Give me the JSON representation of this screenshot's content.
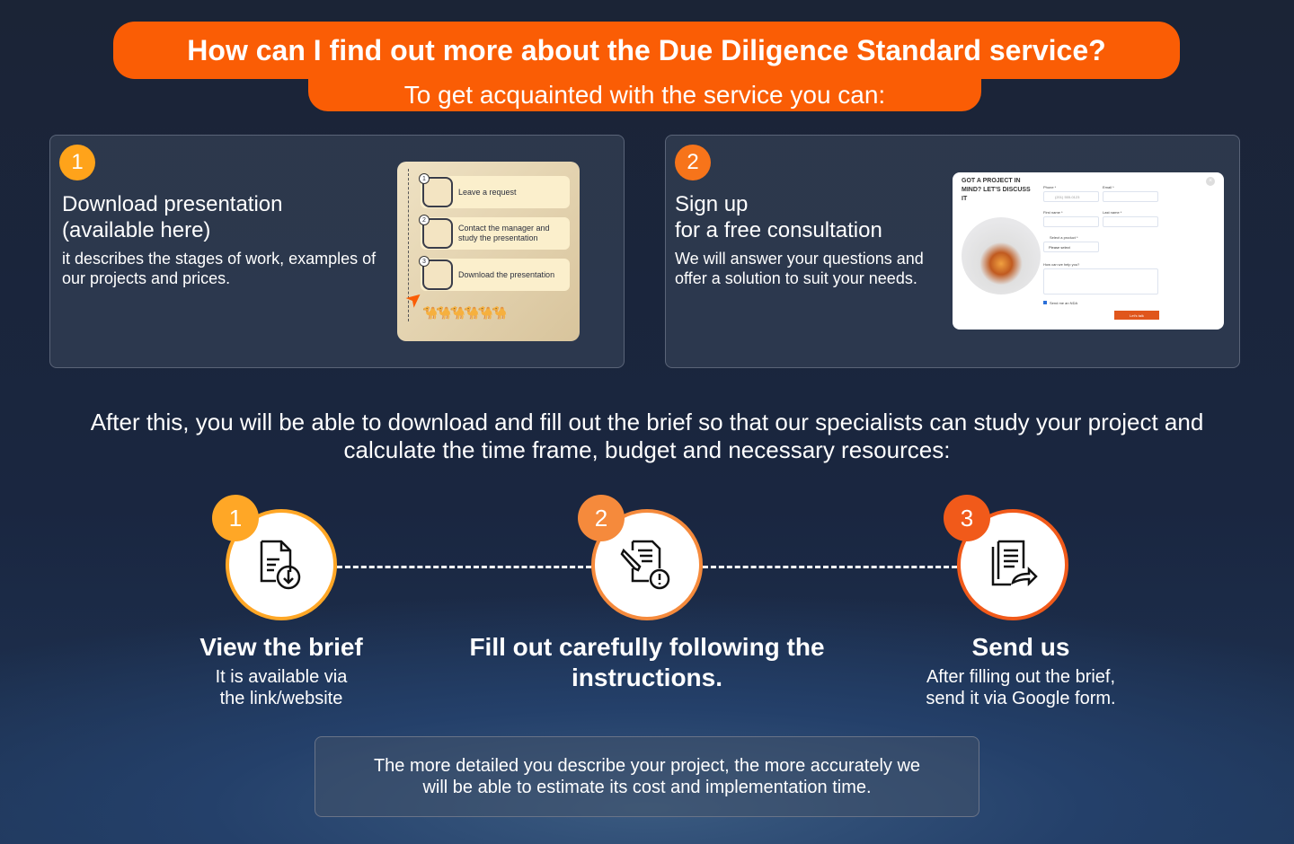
{
  "header": {
    "title": "How can I find out more about the Due Diligence Standard service?",
    "subtitle": "To get acquainted with the service you can:"
  },
  "cards": [
    {
      "number": "1",
      "title_line1": "Download presentation",
      "title_line2": "(available here)",
      "description": "it describes the stages of work, examples of our projects and prices.",
      "thumbnail": {
        "items": [
          {
            "num": "1",
            "label": "Leave a request"
          },
          {
            "num": "2",
            "label": "Contact the manager and study the presentation"
          },
          {
            "num": "3",
            "label": "Download the presentation"
          }
        ]
      }
    },
    {
      "number": "2",
      "title_line1": "Sign up",
      "title_line2": "for a free consultation",
      "description": "We will answer your questions and offer a solution to suit your needs.",
      "thumbnail": {
        "heading": "GOT A PROJECT IN MIND? LET'S DISCUSS IT",
        "phone_label": "Phone *",
        "phone_placeholder": "(201) 555-0123",
        "email_label": "Email *",
        "first_name_label": "First name *",
        "last_name_label": "Last name *",
        "product_label": "Select a product *",
        "product_value": "Please select",
        "help_label": "How can we help you?",
        "nda_label": "Send me an NDA",
        "nda_checked": true,
        "submit_label": "Let's talk"
      }
    }
  ],
  "middle_text": "After this, you will be able to download and fill out the brief so that our specialists can study your project and calculate the time frame, budget and necessary resources:",
  "steps": [
    {
      "number": "1",
      "icon": "document-download-icon",
      "title": "View the brief",
      "description": "It is available via the link/website",
      "color": "#ffa726"
    },
    {
      "number": "2",
      "icon": "document-edit-alert-icon",
      "title": "Fill out carefully following the instructions.",
      "description": "",
      "color": "#f58a3c"
    },
    {
      "number": "3",
      "icon": "document-send-icon",
      "title": "Send us",
      "description": "After filling out the brief, send it via Google form.",
      "color": "#f15a1a"
    }
  ],
  "note": "The more detailed you describe your project, the more accurately we will be able to estimate its cost and implementation time.",
  "colors": {
    "accent": "#fa5d05",
    "background": "#1b2436"
  }
}
